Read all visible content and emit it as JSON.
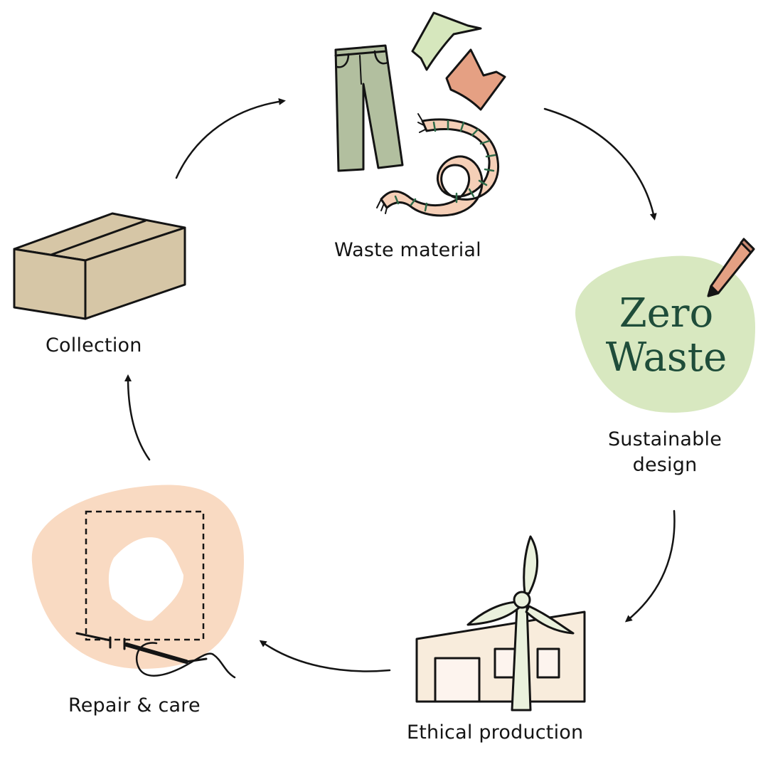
{
  "center": {
    "line1": "Zero",
    "line2": "Waste"
  },
  "stages": {
    "waste": "Waste material",
    "design_line1": "Sustainable",
    "design_line2": "design",
    "production": "Ethical production",
    "repair": "Repair & care",
    "collection": "Collection"
  },
  "colors": {
    "stroke": "#141414",
    "green_blob": "#d8e8c0",
    "peach_blob": "#f9dac2",
    "box": "#d6c6a6",
    "pants": "#b2bf9f",
    "cloth_green": "#d6e7bd",
    "cloth_red": "#e5a083",
    "scarf_stripe": "#2f6b49",
    "building": "#f8ecdc",
    "building_door": "#fdf4ee",
    "turbine": "#eaf1dd",
    "pencil": "#e4a083",
    "title_green": "#1f4d3a"
  }
}
